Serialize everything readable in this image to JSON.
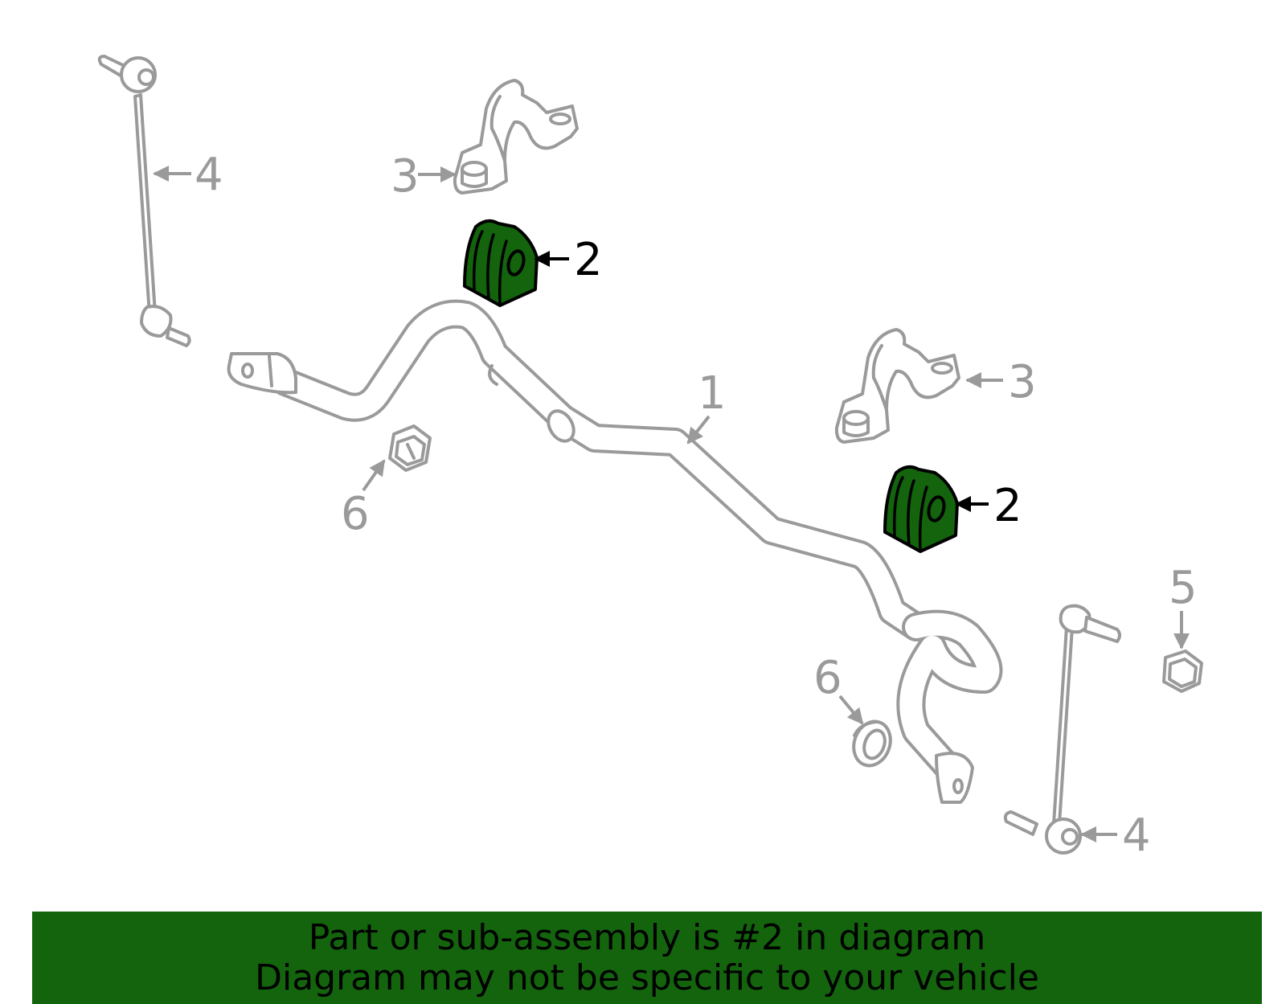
{
  "diagram": {
    "callouts": {
      "part1": "1",
      "part2_top": "2",
      "part2_right": "2",
      "part3_top": "3",
      "part3_right": "3",
      "part4_left": "4",
      "part4_right": "4",
      "part5": "5",
      "part6_left": "6",
      "part6_right": "6"
    },
    "highlighted_part": "2",
    "colors": {
      "highlight_fill": "#13640d",
      "part_outline": "#9a9a9a",
      "banner_background": "#13640d"
    }
  },
  "caption": {
    "line1": "Part or sub-assembly is #2 in diagram",
    "line2": "Diagram may not be specific to your vehicle"
  }
}
